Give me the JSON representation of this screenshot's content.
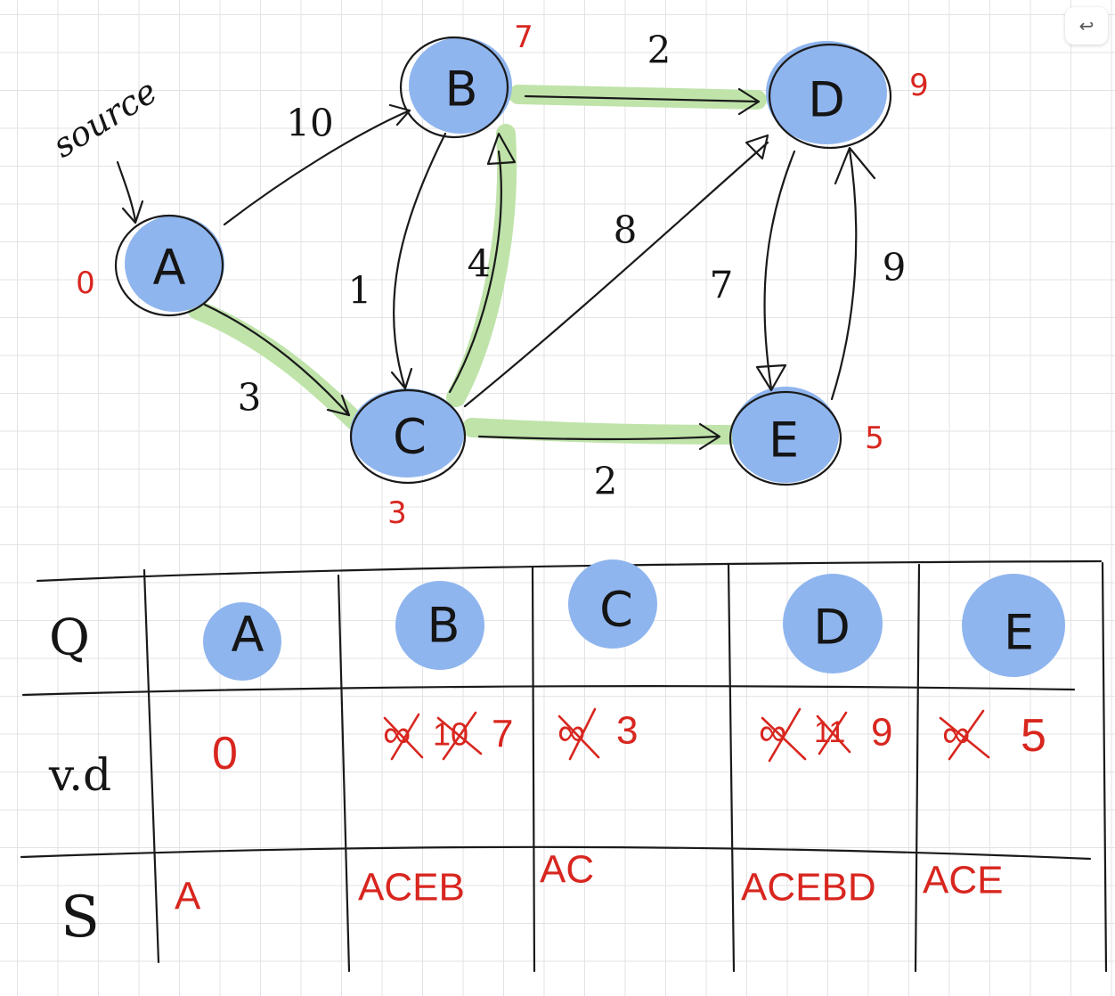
{
  "toolbar": {
    "undo_icon": "undo-icon",
    "undo_glyph": "↩"
  },
  "annotation": {
    "source_label": "source"
  },
  "graph": {
    "nodes": [
      {
        "id": "A",
        "label": "A",
        "distance": "0"
      },
      {
        "id": "B",
        "label": "B",
        "distance": "7"
      },
      {
        "id": "C",
        "label": "C",
        "distance": "3"
      },
      {
        "id": "D",
        "label": "D",
        "distance": "9"
      },
      {
        "id": "E",
        "label": "E",
        "distance": "5"
      }
    ],
    "edges": [
      {
        "from": "A",
        "to": "B",
        "weight": "10",
        "highlighted": false
      },
      {
        "from": "A",
        "to": "C",
        "weight": "3",
        "highlighted": true
      },
      {
        "from": "B",
        "to": "C",
        "weight": "1",
        "highlighted": false
      },
      {
        "from": "C",
        "to": "B",
        "weight": "4",
        "highlighted": true
      },
      {
        "from": "B",
        "to": "D",
        "weight": "2",
        "highlighted": true
      },
      {
        "from": "C",
        "to": "D",
        "weight": "8",
        "highlighted": false
      },
      {
        "from": "C",
        "to": "E",
        "weight": "2",
        "highlighted": true
      },
      {
        "from": "D",
        "to": "E",
        "weight": "7",
        "highlighted": false
      },
      {
        "from": "E",
        "to": "D",
        "weight": "9",
        "highlighted": false
      }
    ]
  },
  "table": {
    "row_labels": {
      "q": "Q",
      "vd": "v.d",
      "s": "S"
    },
    "columns": [
      {
        "vertex": "A",
        "vd_struck": [],
        "vd_final": "0",
        "s": "A"
      },
      {
        "vertex": "B",
        "vd_struck": [
          "∞",
          "10"
        ],
        "vd_final": "7",
        "s": "ACEB"
      },
      {
        "vertex": "C",
        "vd_struck": [
          "∞"
        ],
        "vd_final": "3",
        "s": "AC"
      },
      {
        "vertex": "D",
        "vd_struck": [
          "∞",
          "11"
        ],
        "vd_final": "9",
        "s": "ACEBD"
      },
      {
        "vertex": "E",
        "vd_struck": [
          "∞"
        ],
        "vd_final": "5",
        "s": "ACE"
      }
    ]
  },
  "colors": {
    "node_fill": "#8fb5ee",
    "highlight": "#bfe3a9",
    "distance_text": "#d8261f",
    "ink": "#1a1a1a"
  }
}
